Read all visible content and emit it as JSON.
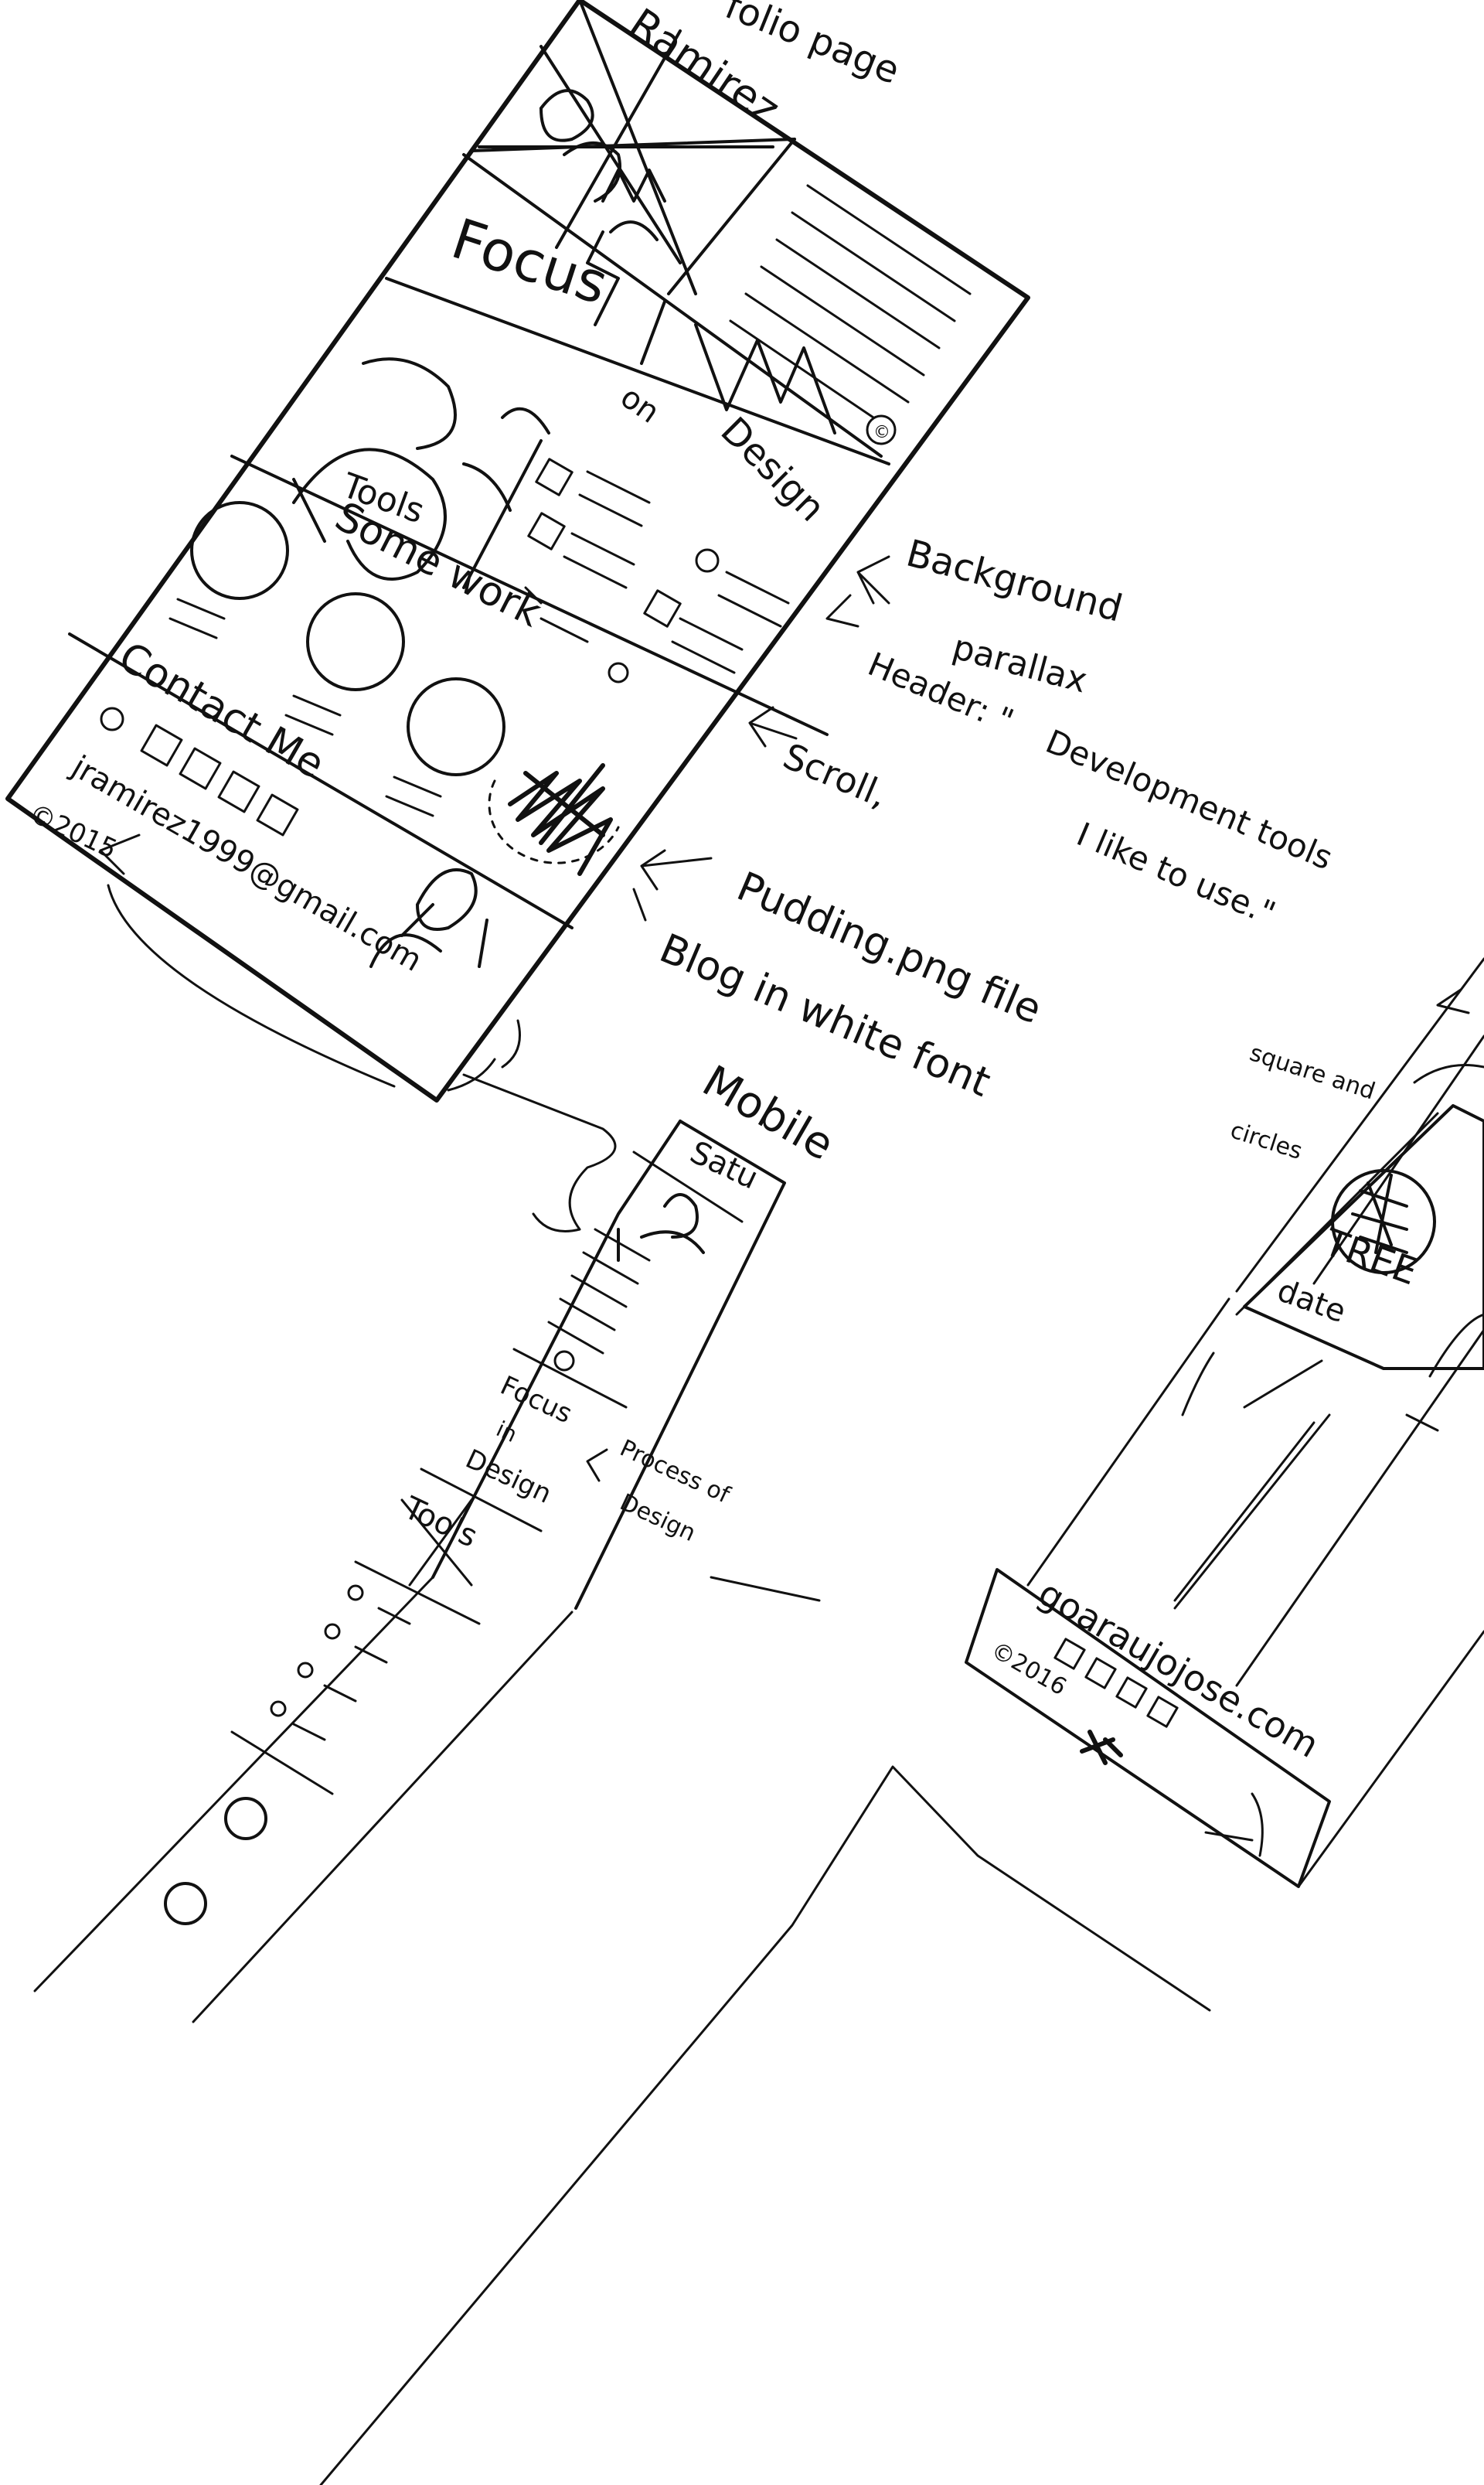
{
  "desktop": {
    "header_name": "Ramirez",
    "title": "folio page",
    "focus_heading": "Focus",
    "focus_sub_1": "on",
    "focus_sub_2": "Design",
    "tools_label": "Tools",
    "some_work": "Some work",
    "contact_me": "Contact Me",
    "email": "jramirez1999@gmail.com",
    "copyright": "©2015",
    "copyright_symbol": "©"
  },
  "annotations": {
    "background": "Background",
    "parallax": "parallax",
    "header_prefix": "Header: \"",
    "header_line1": "Development tools",
    "header_line2": "I like to use.\"",
    "scroll": "Scroll,",
    "pudding": "Pudding.png file",
    "blog": "Blog in white font",
    "mobile": "Mobile",
    "square_and": "square and",
    "circles": "circles",
    "process_of": "Process of",
    "design_word": "Design"
  },
  "mobile": {
    "name": "Satu",
    "focus": "Focus",
    "in_word": "in",
    "design": "Design",
    "tools": "Tools"
  },
  "right_mockup": {
    "tree": "TREE",
    "date": "date",
    "site": "goaraujojose.com",
    "copyright": "©2016"
  }
}
